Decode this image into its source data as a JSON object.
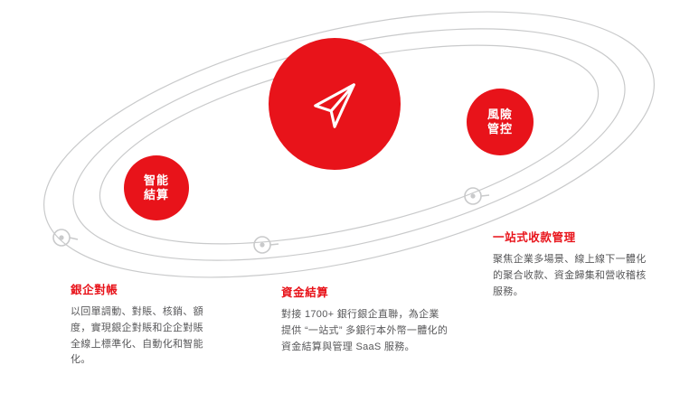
{
  "theme": {
    "accent_red": "#e8131a",
    "body_gray": "#58585a",
    "orbit_gray": "#c9cacb",
    "background": "#ffffff"
  },
  "diagram": {
    "center_node": {
      "icon": "paper-plane-icon",
      "label": ""
    },
    "orbit_nodes": [
      {
        "id": "smart-settlement",
        "line1": "智能",
        "line2": "結算"
      },
      {
        "id": "risk-control",
        "line1": "風險",
        "line2": "管控"
      }
    ],
    "orbit_markers": [
      {
        "id": "orbit-marker-left"
      },
      {
        "id": "orbit-marker-bottom"
      },
      {
        "id": "orbit-marker-right"
      }
    ],
    "orbit_count": 3
  },
  "blocks": [
    {
      "id": "bank-enterprise-reconciliation",
      "title": "銀企對帳",
      "body": "以回單調動、對賬、核銷、額度，實現銀企對賬和企企對賬全線上標準化、自動化和智能化。"
    },
    {
      "id": "fund-settlement",
      "title": "資金結算",
      "body": "對接 1700+ 銀行銀企直聯，為企業提供 “一站式” 多銀行本外幣一體化的資金結算與管理 SaaS 服務。"
    },
    {
      "id": "one-stop-collection-management",
      "title": "一站式收款管理",
      "body": "聚焦企業多場景、線上線下一體化的聚合收款、資金歸集和營收稽核服務。"
    }
  ]
}
